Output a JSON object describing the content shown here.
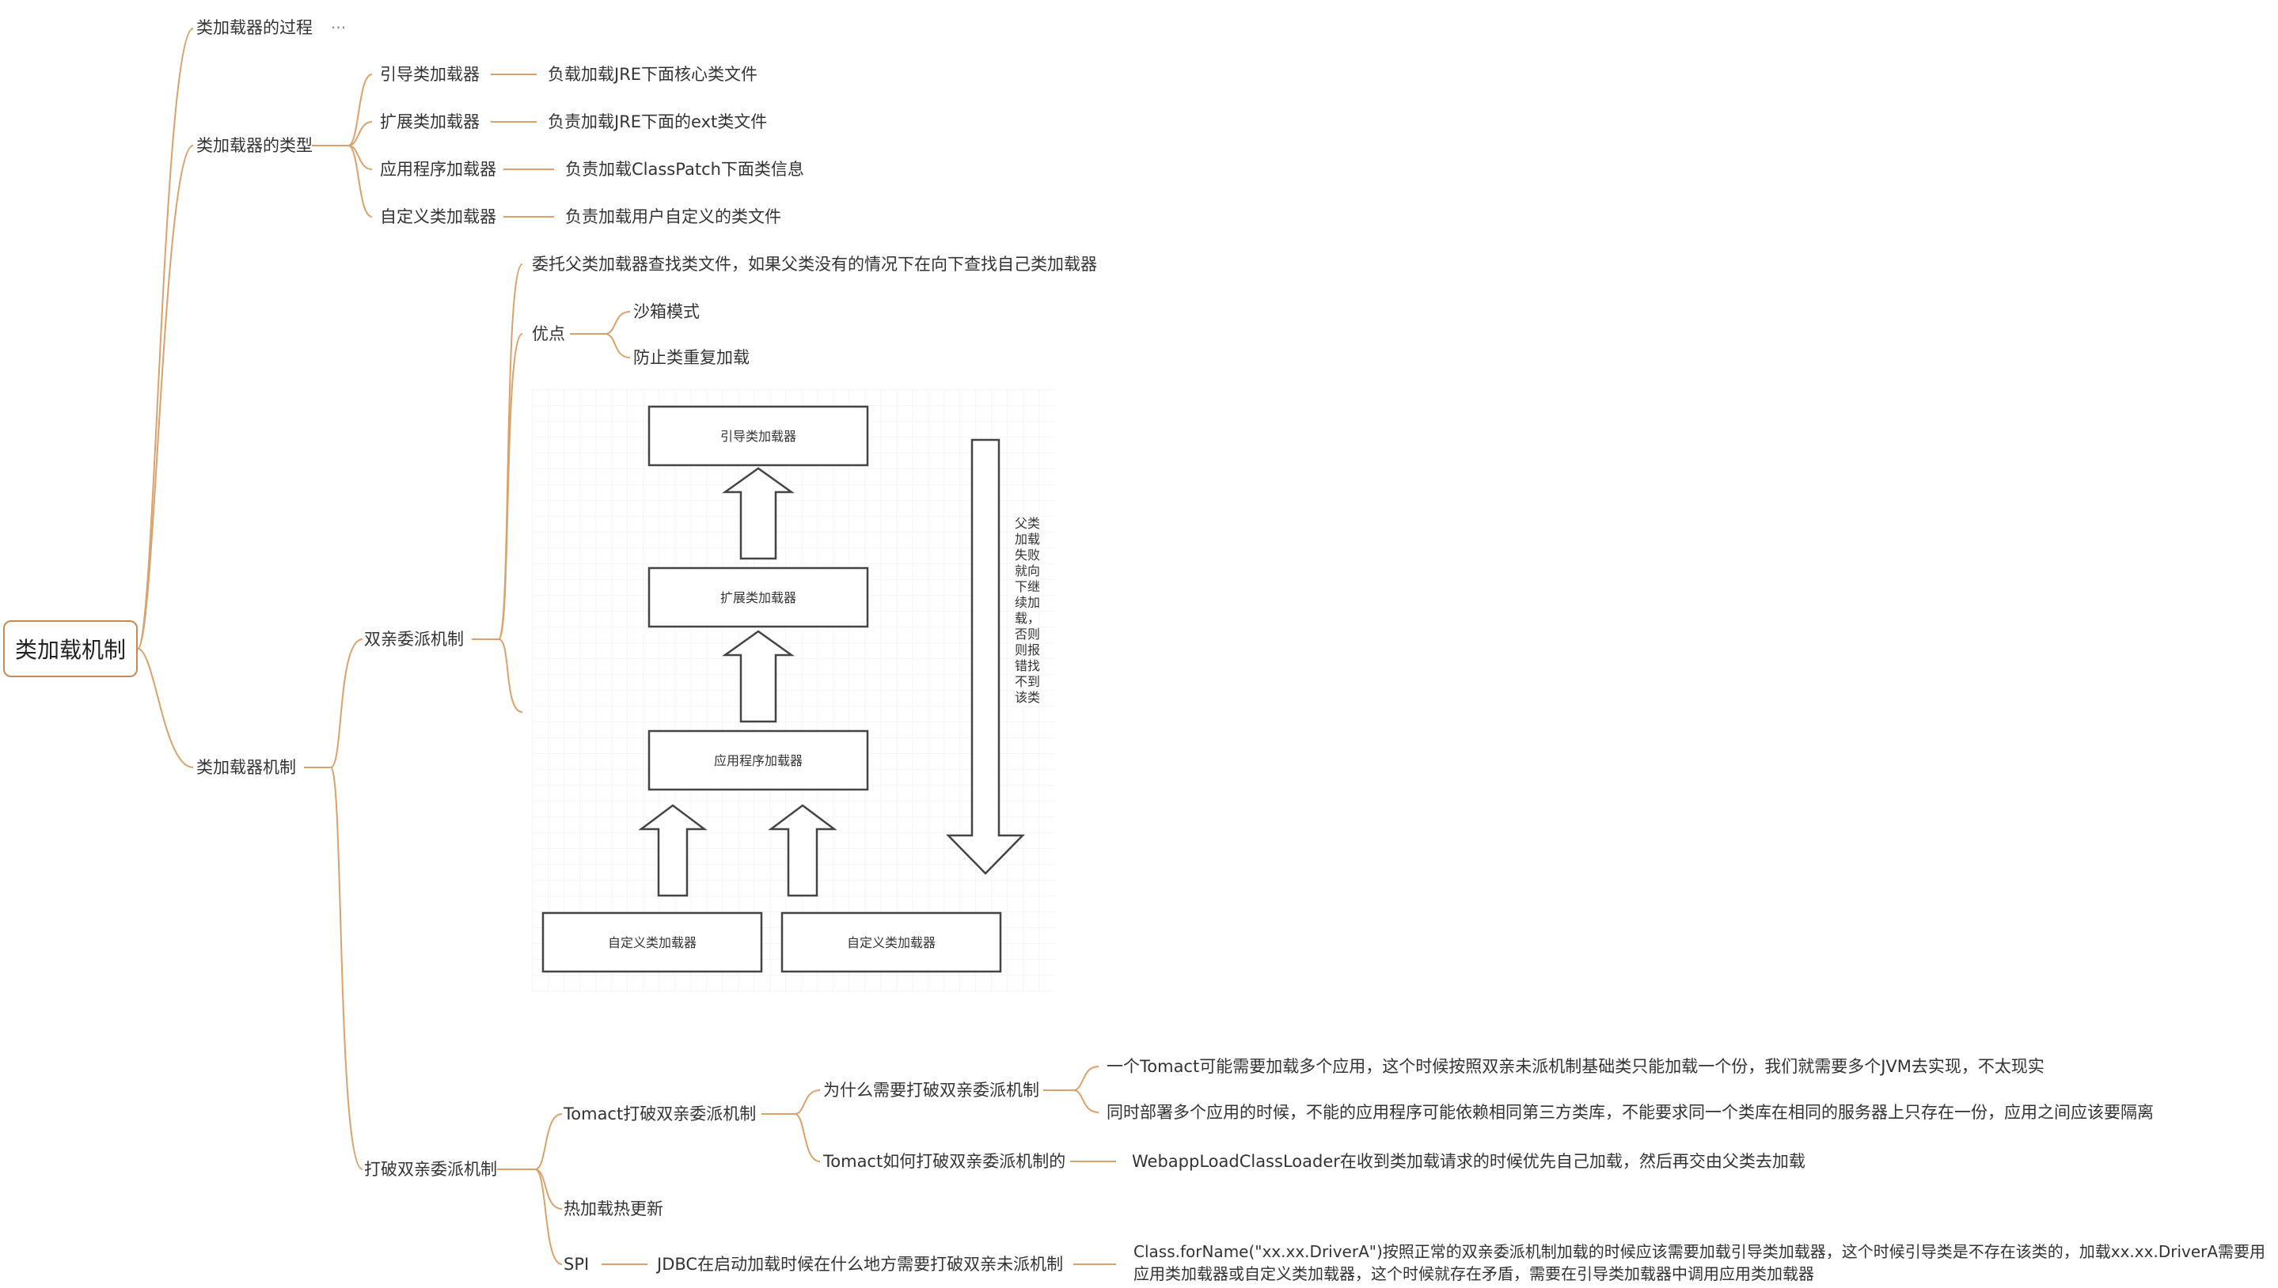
{
  "root": {
    "label": "类加载机制"
  },
  "process": {
    "label": "类加载器的过程",
    "collapsed": "···"
  },
  "types": {
    "label": "类加载器的类型",
    "items": [
      {
        "name": "引导类加载器",
        "desc": "负载加载JRE下面核心类文件"
      },
      {
        "name": "扩展类加载器",
        "desc": "负责加载JRE下面的ext类文件"
      },
      {
        "name": "应用程序加载器",
        "desc": "负责加载ClassPatch下面类信息"
      },
      {
        "name": "自定义类加载器",
        "desc": "负责加载用户自定义的类文件"
      }
    ]
  },
  "mechanism": {
    "label": "类加载器机制",
    "parent_delegation": {
      "label": "双亲委派机制",
      "desc": "委托父类加载器查找类文件，如果父类没有的情况下在向下查找自己类加载器",
      "advantages": {
        "label": "优点",
        "items": [
          "沙箱模式",
          "防止类重复加载"
        ]
      },
      "diagram": {
        "boxes": [
          "引导类加载器",
          "扩展类加载器",
          "应用程序加载器",
          "自定义类加载器",
          "自定义类加载器"
        ],
        "side_note": [
          "父类",
          "加载",
          "失败",
          "就向",
          "下继",
          "续加",
          "载，",
          "否则",
          "则报",
          "错找",
          "不到",
          "该类"
        ]
      }
    },
    "break_delegation": {
      "label": "打破双亲委派机制",
      "tomcat": {
        "label": "Tomact打破双亲委派机制",
        "why": {
          "label": "为什么需要打破双亲委派机制",
          "items": [
            "一个Tomact可能需要加载多个应用，这个时候按照双亲未派机制基础类只能加载一个份，我们就需要多个JVM去实现，不太现实",
            "同时部署多个应用的时候，不能的应用程序可能依赖相同第三方类库，不能要求同一个类库在相同的服务器上只存在一份，应用之间应该要隔离"
          ]
        },
        "how": {
          "label": "Tomact如何打破双亲委派机制的",
          "desc": "WebappLoadClassLoader在收到类加载请求的时候优先自己加载，然后再交由父类去加载"
        }
      },
      "hot": {
        "label": "热加载热更新"
      },
      "spi": {
        "label": "SPI",
        "question": "JDBC在启动加载时候在什么地方需要打破双亲未派机制",
        "answer_line1": "Class.forName(\"xx.xx.DriverA\")按照正常的双亲委派机制加载的时候应该需要加载引导类加载器，这个时候引导类是不存在该类的，加载xx.xx.DriverA需要用",
        "answer_line2": "应用类加载器或自定义类加载器，这个时候就存在矛盾，需要在引导类加载器中调用应用类加载器"
      }
    }
  },
  "colors": {
    "branch": "#d9a26d",
    "text": "#333333",
    "root_border": "#c98a52"
  }
}
